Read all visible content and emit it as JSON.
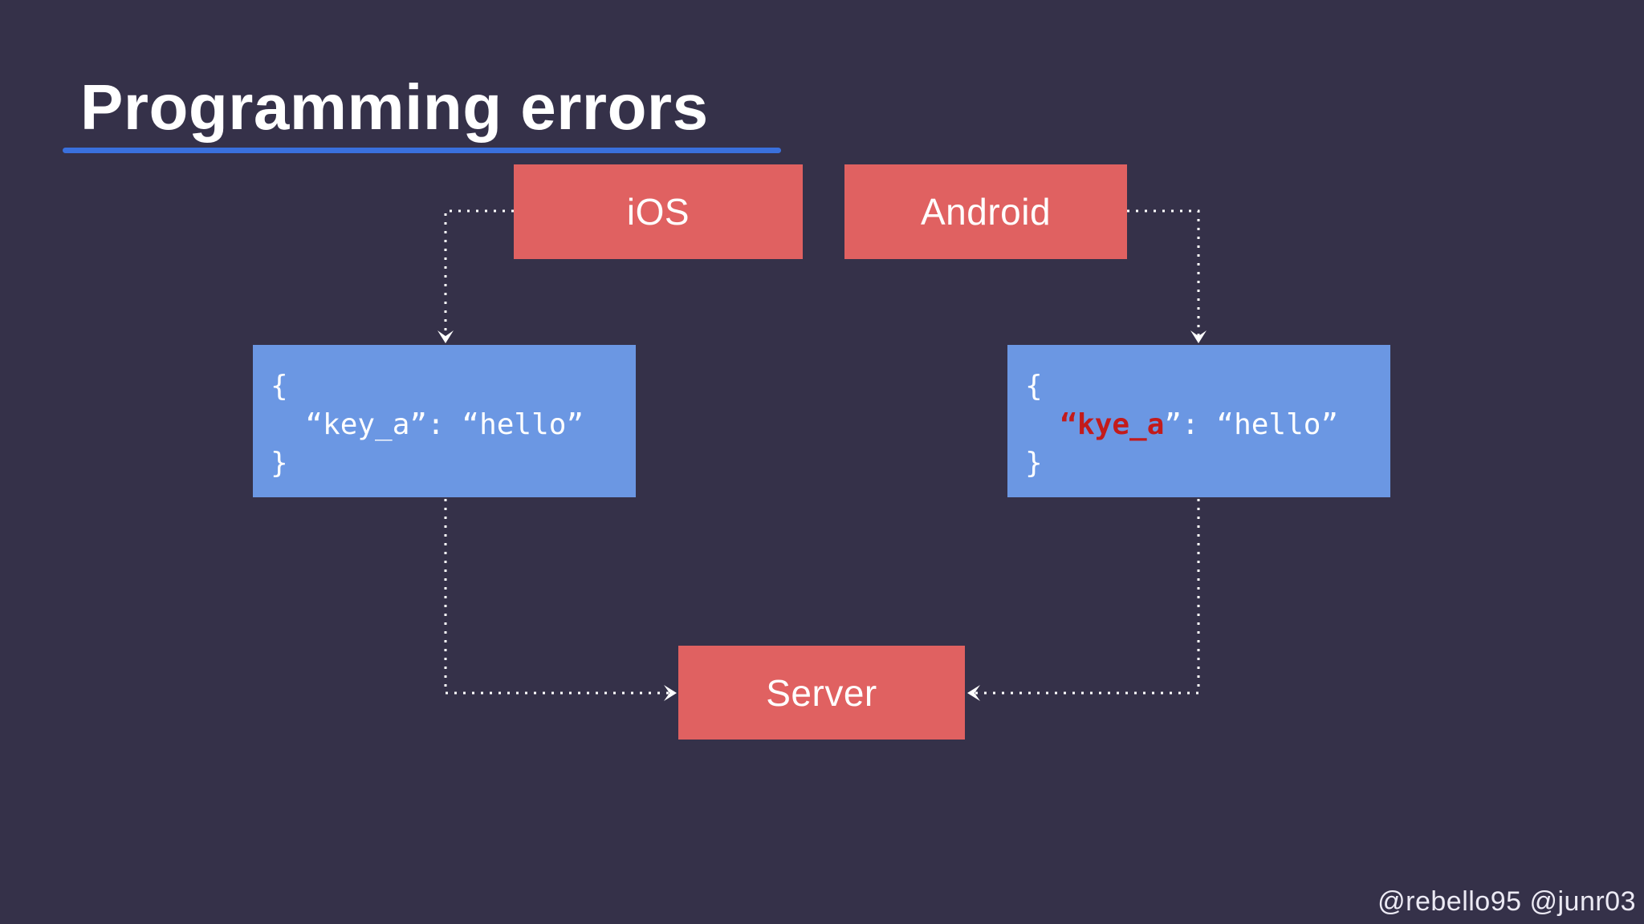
{
  "slide": {
    "title": "Programming errors",
    "attribution": "@rebello95 @junr03"
  },
  "nodes": {
    "ios": {
      "label": "iOS"
    },
    "android": {
      "label": "Android"
    },
    "server": {
      "label": "Server"
    }
  },
  "code_blocks": {
    "ios_payload": {
      "lines": [
        {
          "segments": [
            {
              "text": "{",
              "error": false
            }
          ]
        },
        {
          "segments": [
            {
              "text": "  “key_a”: “hello”",
              "error": false
            }
          ]
        },
        {
          "segments": [
            {
              "text": "}",
              "error": false
            }
          ]
        }
      ]
    },
    "android_payload": {
      "lines": [
        {
          "segments": [
            {
              "text": "{",
              "error": false
            }
          ]
        },
        {
          "segments": [
            {
              "text": "  “kye_a",
              "error": true
            },
            {
              "text": "”: “hello”",
              "error": false
            }
          ]
        },
        {
          "segments": [
            {
              "text": "}",
              "error": false
            }
          ]
        }
      ]
    }
  },
  "connectors": [
    {
      "name": "ios-to-ios-payload",
      "direction": "down"
    },
    {
      "name": "android-to-android-payload",
      "direction": "down"
    },
    {
      "name": "ios-payload-to-server",
      "direction": "right"
    },
    {
      "name": "android-payload-to-server",
      "direction": "left"
    }
  ],
  "colors": {
    "background": "#353149",
    "node_red": "#e06161",
    "node_blue": "#6b97e3",
    "underline_blue": "#3a70dd",
    "error_red": "#c31b1b",
    "connector": "#ffffff"
  }
}
